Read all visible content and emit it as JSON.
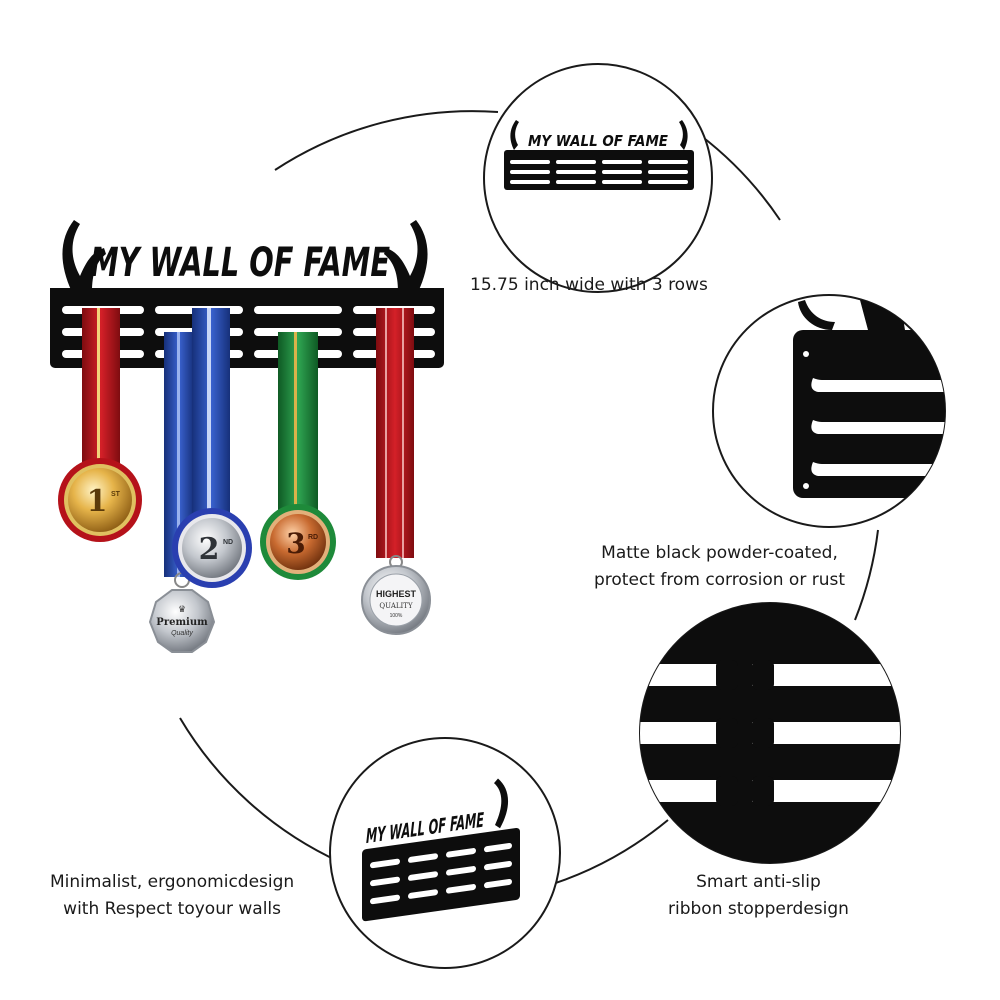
{
  "rack_title": "MY WALL OF FAME",
  "medals": {
    "first": {
      "number": "1",
      "suffix": "ST"
    },
    "second": {
      "number": "2",
      "suffix": "ND"
    },
    "third": {
      "number": "3",
      "suffix": "RD"
    },
    "premium": {
      "line1": "Premium",
      "line2": "Quality"
    },
    "highest": {
      "line1": "HIGHEST",
      "line2": "QUALITY",
      "line3": "100%"
    }
  },
  "features": [
    {
      "lines": [
        "15.75 inch wide with 3 rows"
      ]
    },
    {
      "lines": [
        "Matte black powder-coated,",
        "protect from corrosion or rust"
      ]
    },
    {
      "lines": [
        "Smart anti-slip",
        "ribbon stopperdesign"
      ]
    },
    {
      "lines": [
        "Minimalist, ergonomicdesign",
        "with Respect toyour walls"
      ]
    }
  ],
  "colors": {
    "rack": "#0d0d0d",
    "ribbon_red": "#b3151c",
    "ribbon_blue": "#2447a8",
    "ribbon_green": "#1f8a3c",
    "gold": "#d9a63a",
    "silver": "#c8ccd2",
    "bronze": "#c0612d"
  },
  "icons": [
    "antler-icon",
    "medal-icon",
    "crown-icon",
    "star-icon"
  ]
}
